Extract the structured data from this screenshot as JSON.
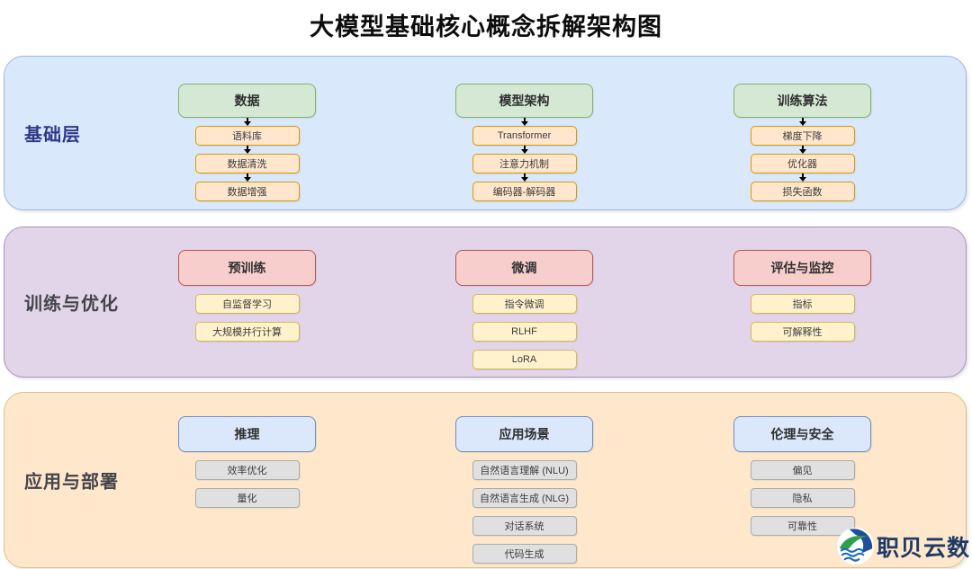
{
  "title": "大模型基础核心概念拆解架构图",
  "bands": [
    {
      "label": "基础层",
      "columns": [
        {
          "header": "数据",
          "children": [
            "语料库",
            "数据清洗",
            "数据增强"
          ]
        },
        {
          "header": "模型架构",
          "children": [
            "Transformer",
            "注意力机制",
            "编码器-解码器"
          ]
        },
        {
          "header": "训练算法",
          "children": [
            "梯度下降",
            "优化器",
            "损失函数"
          ]
        }
      ]
    },
    {
      "label": "训练与优化",
      "columns": [
        {
          "header": "预训练",
          "children": [
            "自监督学习",
            "大规模并行计算"
          ]
        },
        {
          "header": "微调",
          "children": [
            "指令微调",
            "RLHF",
            "LoRA"
          ]
        },
        {
          "header": "评估与监控",
          "children": [
            "指标",
            "可解释性"
          ]
        }
      ]
    },
    {
      "label": "应用与部署",
      "columns": [
        {
          "header": "推理",
          "children": [
            "效率优化",
            "量化"
          ]
        },
        {
          "header": "应用场景",
          "children": [
            "自然语言理解 (NLU)",
            "自然语言生成 (NLG)",
            "对话系统",
            "代码生成"
          ]
        },
        {
          "header": "伦理与安全",
          "children": [
            "偏见",
            "隐私",
            "可靠性"
          ]
        }
      ]
    }
  ],
  "logo": {
    "name": "职贝云数",
    "icon": "globe-wave-icon"
  },
  "icons": {
    "down_arrow": "▼"
  },
  "colors": {
    "band1_bg": "#d9e8fb",
    "band1_border": "#9cb8dc",
    "band1_label": "#2e3a87",
    "band2_bg": "#e2d5e9",
    "band2_border": "#ab8fbd",
    "band2_label": "#44444c",
    "band3_bg": "#fee7ca",
    "band3_border": "#dcc08a",
    "band3_label": "#44444c",
    "header_green_bg": "#d5e8d4",
    "header_green_border": "#82b366",
    "child_orange_bg": "#ffe6cc",
    "child_orange_border": "#d79b00",
    "header_pink_bg": "#f8cecc",
    "header_pink_border": "#b85450",
    "child_yellow_bg": "#fff2cc",
    "child_yellow_border": "#d6b656",
    "header_blue_bg": "#dbe8fc",
    "header_blue_border": "#6c8ebf",
    "child_gray_bg": "#e0e0e0",
    "child_gray_border": "#ababab",
    "arrow_color": "#000000",
    "logo_text_color": "#1c3a66"
  }
}
